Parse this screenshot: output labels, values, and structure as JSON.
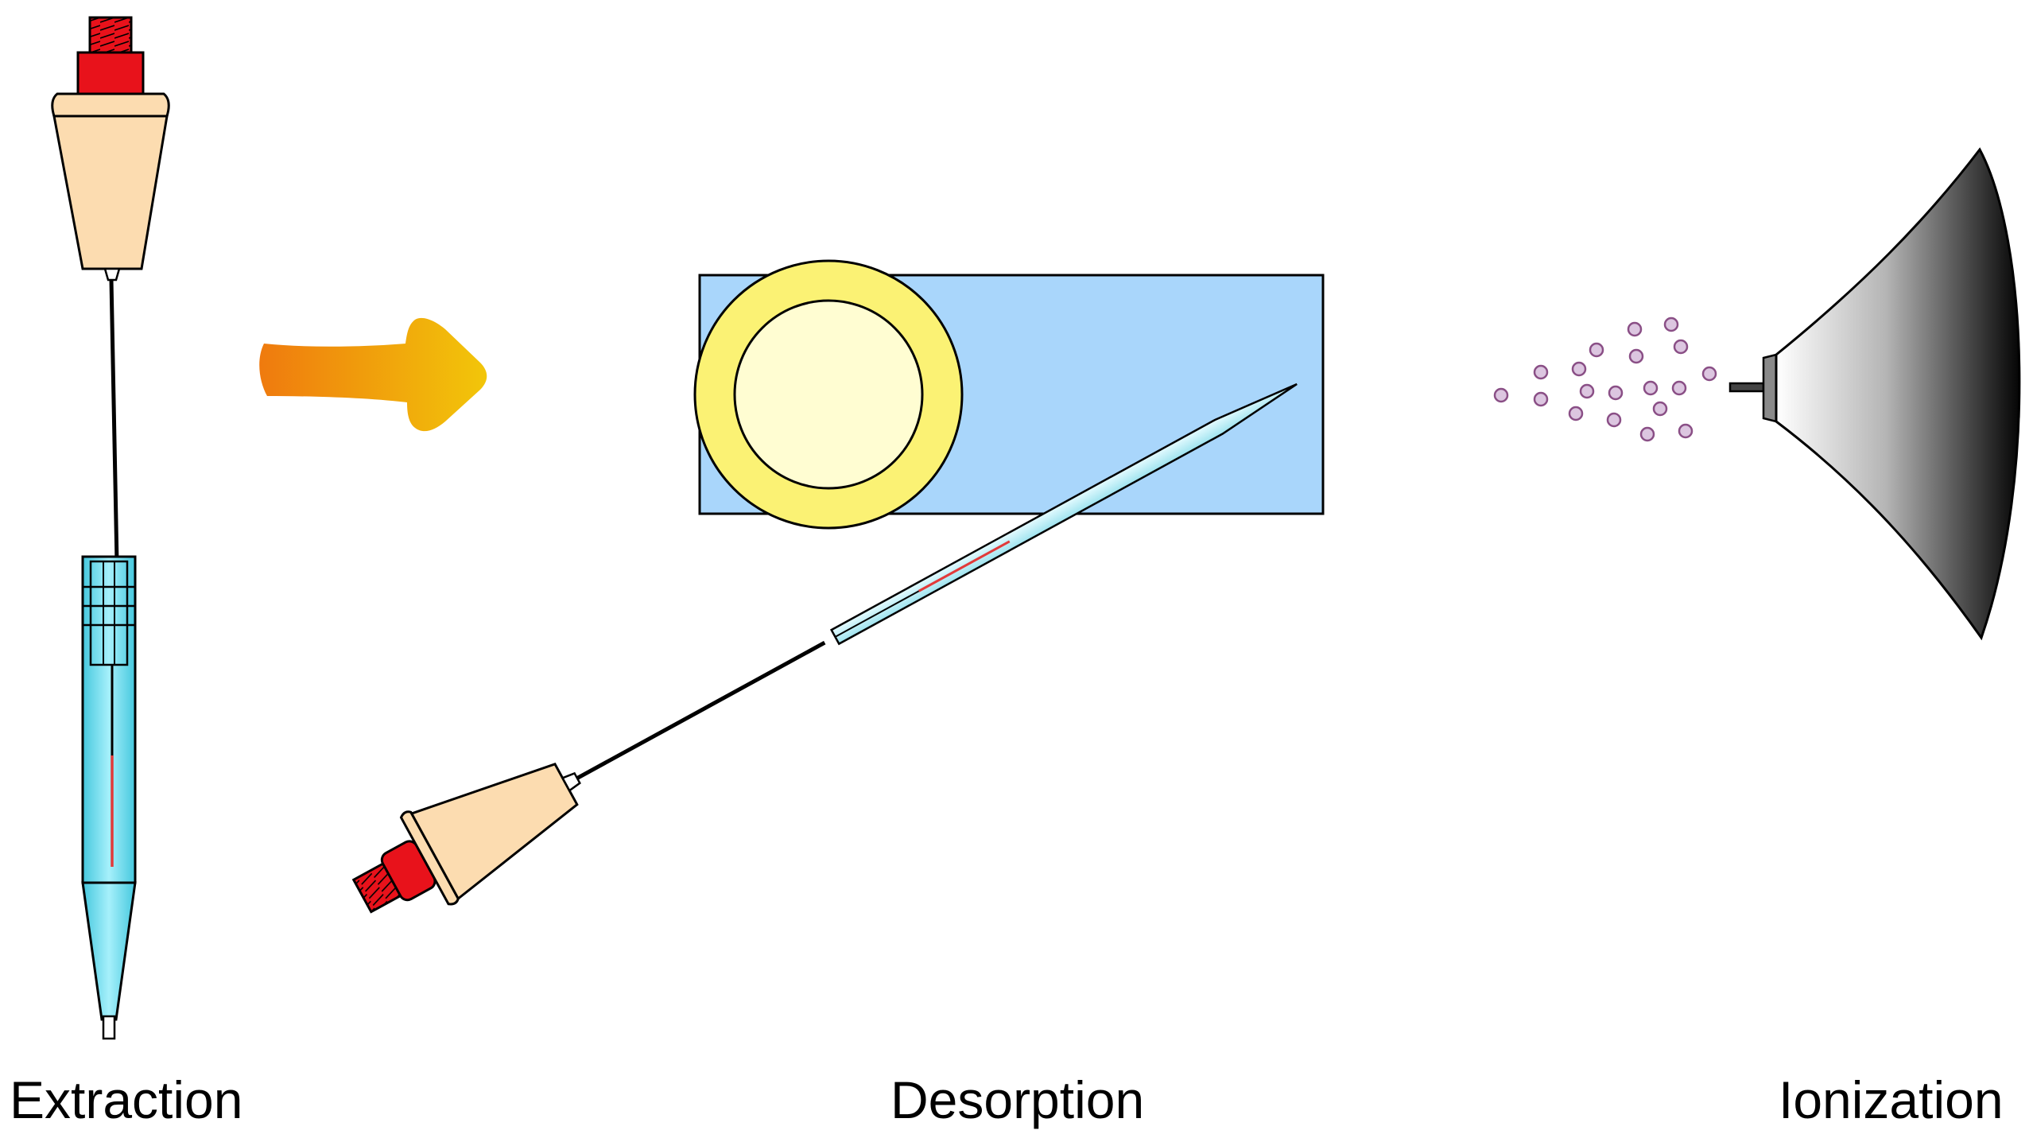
{
  "labels": {
    "extraction": "Extraction",
    "desorption": "Desorption",
    "ionization": "Ionization"
  },
  "colors": {
    "cap_red": "#e8121b",
    "holder_tan": "#fcdcb0",
    "pipette_tip_blue": "#5fd6e8",
    "sample_plate_blue": "#a9d6fb",
    "ring_yellow": "#fbf274",
    "ring_inner": "#fffdd2",
    "arrow_start": "#ef7a0e",
    "arrow_end": "#f2c60a",
    "droplet_fill": "#dcc6e0",
    "droplet_stroke": "#8a4f86",
    "ms_inlet_dark": "#000000",
    "ms_inlet_light": "#ffffff"
  },
  "icons": {
    "flow_arrow": "right-arrow-icon",
    "extraction_device": "spme-fiber-device",
    "desorption_plate": "sample-plate",
    "ms_inlet": "mass-spectrometer-inlet"
  }
}
